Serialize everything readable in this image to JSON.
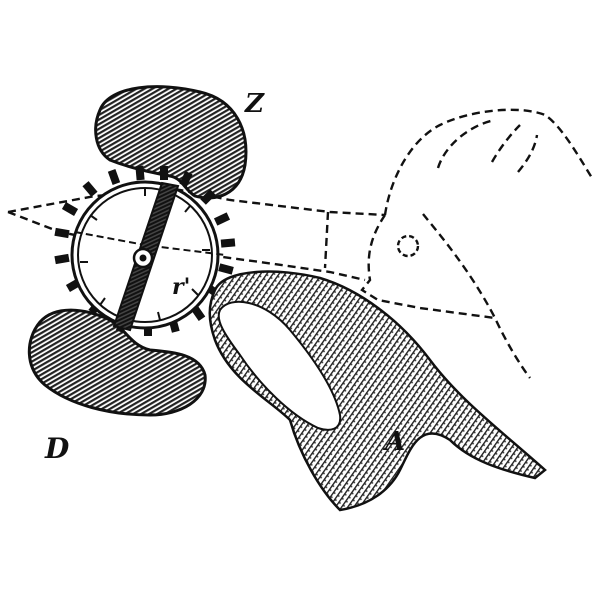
{
  "figure": {
    "description": "Engraved mechanical/anatomical illustration: toothed wheel with pivoting bar between two lobes, a finger, and a dashed bird outline",
    "background": "#ffffff",
    "ink": "#111111",
    "labels": {
      "Z": "Z",
      "D": "D",
      "A": "A",
      "r": "r'"
    },
    "parts": [
      {
        "id": "lobe-z",
        "name": "upper kidney-shaped lobe",
        "label": "Z"
      },
      {
        "id": "lobe-d",
        "name": "lower kidney-shaped lobe",
        "label": "D"
      },
      {
        "id": "wheel",
        "name": "toothed ring wheel with central pivot bar",
        "label": "r'"
      },
      {
        "id": "finger",
        "name": "curved finger / digit",
        "label": "A"
      },
      {
        "id": "bird-outline",
        "name": "dashed bird head outline with beak",
        "label": ""
      }
    ]
  }
}
